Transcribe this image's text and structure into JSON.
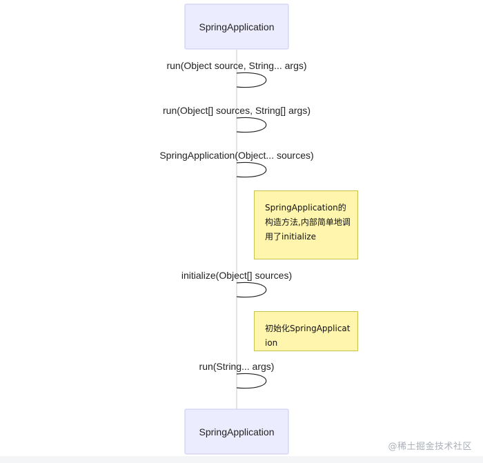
{
  "actors": {
    "top_label": "SpringApplication",
    "bottom_label": "SpringApplication"
  },
  "messages": [
    {
      "label": "run(Object source, String... args)"
    },
    {
      "label": "run(Object[] sources, String[] args)"
    },
    {
      "label": "SpringApplication(Object... sources)"
    },
    {
      "label": "initialize(Object[] sources)"
    },
    {
      "label": "run(String... args)"
    }
  ],
  "notes": [
    {
      "text": "SpringApplication的构造方法,内部简单地调用了initialize"
    },
    {
      "text": "初始化SpringApplication"
    }
  ],
  "watermark": "@稀土掘金技术社区",
  "colors": {
    "actor_fill": "#ececff",
    "note_fill": "#fff5ad",
    "lifeline": "#c8c8c8"
  }
}
